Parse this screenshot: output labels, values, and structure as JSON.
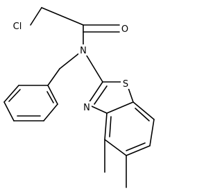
{
  "molecule": {
    "atoms": {
      "chlorine": "Cl",
      "oxygen": "O",
      "nitrogen_amide": "N",
      "sulfur": "S",
      "nitrogen_ring": "N"
    }
  },
  "colors": {
    "bond": "#000000",
    "background": "#ffffff"
  }
}
